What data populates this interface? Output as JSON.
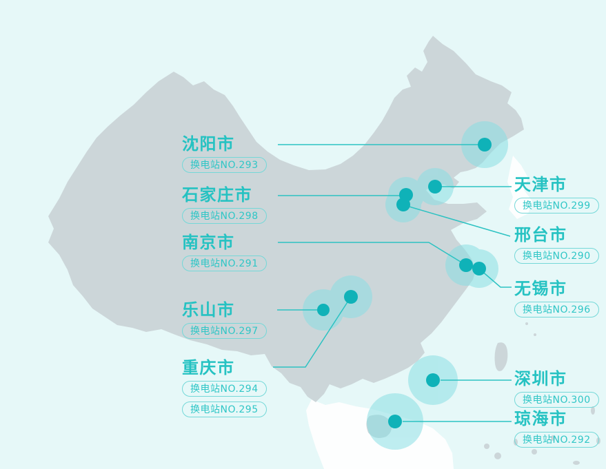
{
  "colors": {
    "sea_background": "#e6f8f8",
    "china_landmass": "#ccd6d9",
    "neighbor_landmass": "#fdfefe",
    "city_name_text": "#25c2c2",
    "badge_border": "#74d8d8",
    "badge_text": "#2fc6c6",
    "marker_dot": "#0fb2b8",
    "marker_halo": "#8adfe3",
    "connector_line": "#2cc2c2"
  },
  "cities": [
    {
      "name": "沈阳市",
      "stations": [
        "换电站NO.293"
      ]
    },
    {
      "name": "石家庄市",
      "stations": [
        "换电站NO.298"
      ]
    },
    {
      "name": "南京市",
      "stations": [
        "换电站NO.291"
      ]
    },
    {
      "name": "乐山市",
      "stations": [
        "换电站NO.297"
      ]
    },
    {
      "name": "重庆市",
      "stations": [
        "换电站NO.294",
        "换电站NO.295"
      ]
    },
    {
      "name": "天津市",
      "stations": [
        "换电站NO.299"
      ]
    },
    {
      "name": "邢台市",
      "stations": [
        "换电站NO.290"
      ]
    },
    {
      "name": "无锡市",
      "stations": [
        "换电站NO.296"
      ]
    },
    {
      "name": "深圳市",
      "stations": [
        "换电站NO.300"
      ]
    },
    {
      "name": "琼海市",
      "stations": [
        "换电站NO.292"
      ]
    }
  ]
}
